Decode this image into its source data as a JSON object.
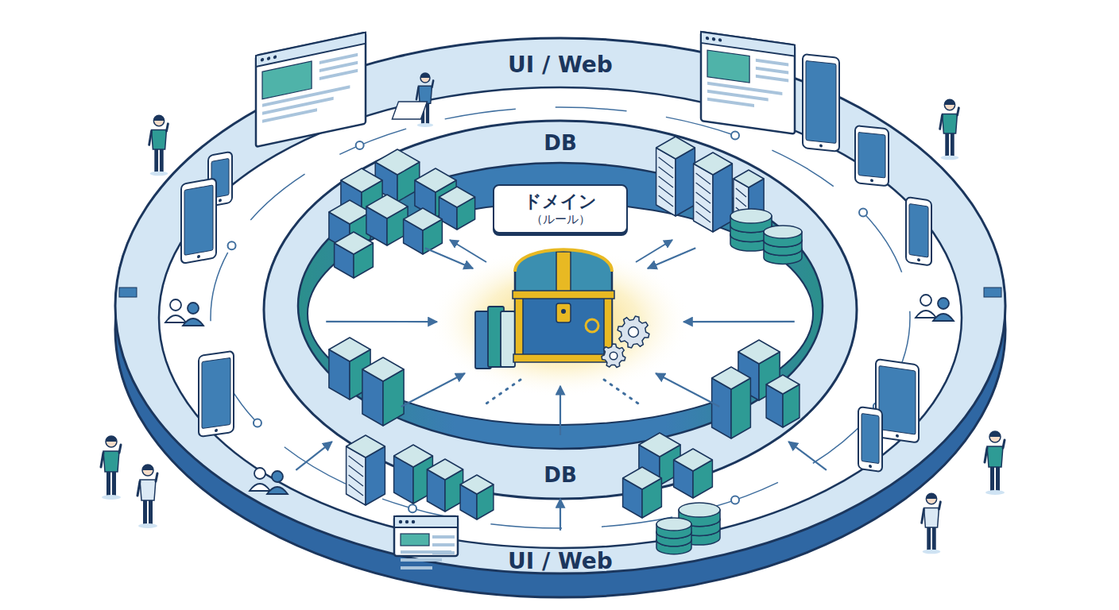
{
  "diagram": {
    "nodes": [
      {
        "text": [
          "UI / Web",
          "UI / Web"
        ]
      },
      {
        "text": [
          "DB",
          "DB"
        ],
        "in": 0
      },
      {
        "text": [
          "ドメイン",
          "（ルール）"
        ],
        "in": 1
      }
    ],
    "edges": [
      {
        "from": 1,
        "to": 2,
        "arrow": "to"
      },
      {
        "from": 1,
        "to": 2,
        "arrow": "to"
      },
      {
        "from": 1,
        "to": 2,
        "arrow": "to"
      },
      {
        "from": 1,
        "to": 2,
        "arrow": "to"
      },
      {
        "from": 1,
        "to": 2,
        "arrow": "to"
      },
      {
        "from": 1,
        "to": 2,
        "arrow": "to"
      },
      {
        "from": 1,
        "to": 2,
        "arrow": "to"
      },
      {
        "from": 0,
        "to": 1,
        "arrow": "to"
      },
      {
        "from": 0,
        "to": 1,
        "arrow": "to"
      },
      {
        "from": 0,
        "to": 1,
        "arrow": "to"
      }
    ]
  }
}
